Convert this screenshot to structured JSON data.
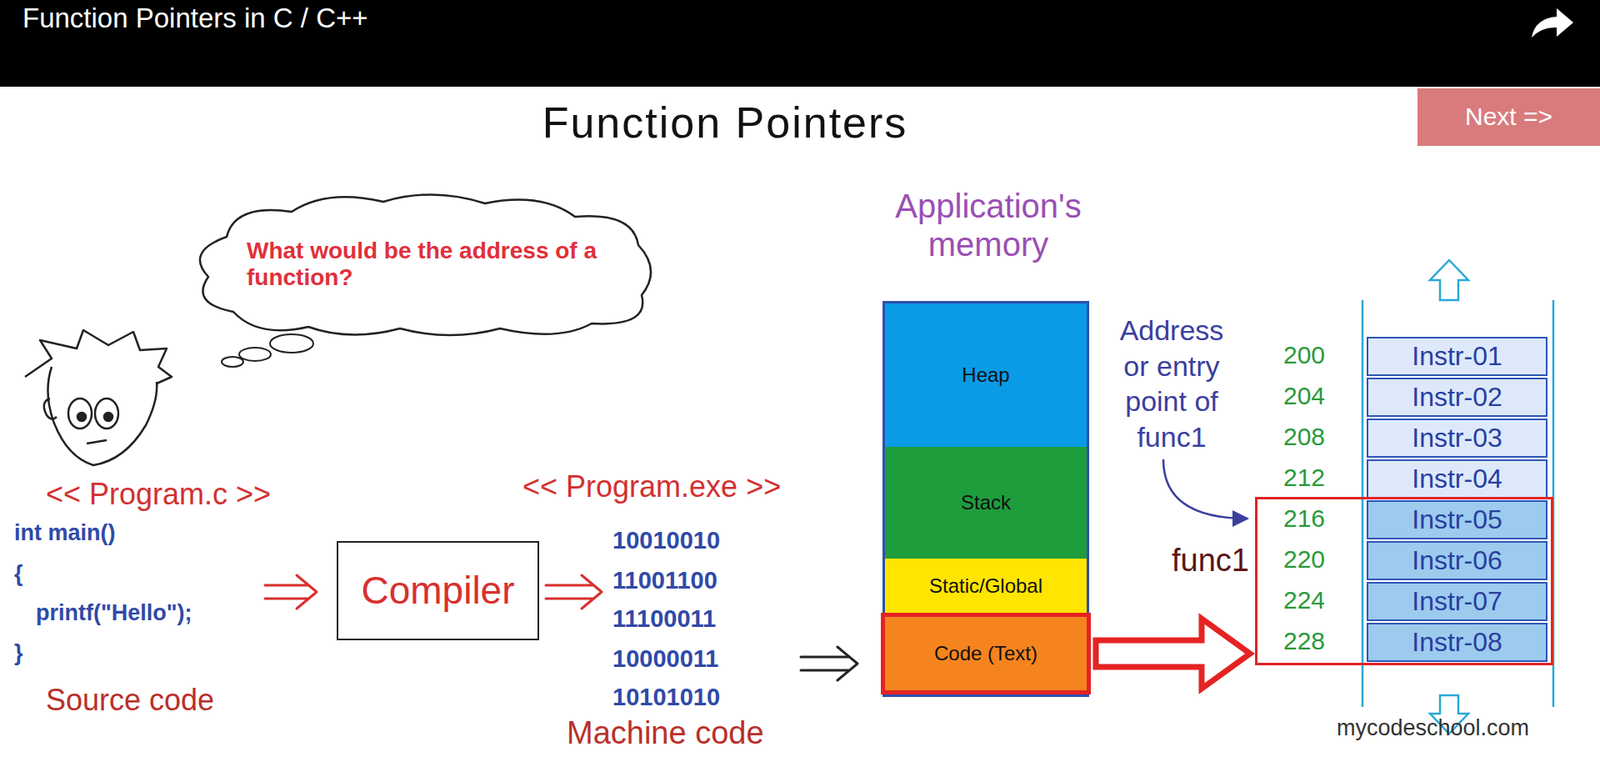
{
  "diagram": {
    "title": "Function Pointers",
    "nodes": [
      {
        "text": [
          "What would be the address of a function?"
        ]
      },
      {
        "text": [
          "Next =>"
        ]
      },
      {
        "text": [
          "Compiler"
        ]
      },
      {
        "text": [
          "Application's memory"
        ]
      },
      {
        "text": [
          "Heap"
        ],
        "in": 3
      },
      {
        "text": [
          "Stack"
        ],
        "in": 3
      },
      {
        "text": [
          "Static/Global"
        ],
        "in": 3
      },
      {
        "text": [
          "Code (Text)"
        ],
        "in": 3
      },
      {
        "text": [
          "Instr-01"
        ]
      },
      {
        "text": [
          "Instr-02"
        ]
      },
      {
        "text": [
          "Instr-03"
        ]
      },
      {
        "text": [
          "Instr-04"
        ]
      },
      {
        "text": [
          "func1"
        ]
      },
      {
        "text": [
          "Instr-05"
        ],
        "in": 12
      },
      {
        "text": [
          "Instr-06"
        ],
        "in": 12
      },
      {
        "text": [
          "Instr-07"
        ],
        "in": 12
      },
      {
        "text": [
          "Instr-08"
        ],
        "in": 12
      }
    ],
    "edges": [
      {
        "from": 7,
        "to": 12,
        "arrow": "to"
      }
    ],
    "labels": [
      "Function Pointers in C / C++",
      "<< Program.c >>",
      "int main()",
      "{",
      "printf(\"Hello\");",
      "}",
      "Source code",
      "<< Program.exe >>",
      "10010010",
      "11001100",
      "11100011",
      "10000011",
      "10101010",
      "Machine code",
      "Address or entry point of func1",
      "200",
      "204",
      "208",
      "212",
      "216",
      "220",
      "224",
      "228",
      "mycodeschool.com"
    ]
  }
}
